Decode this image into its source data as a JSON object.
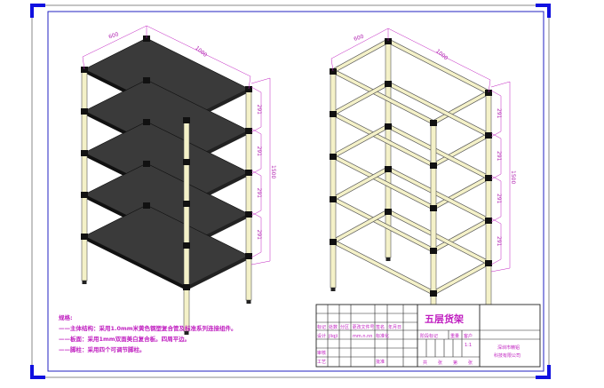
{
  "drawing": {
    "left_view": {
      "dims": {
        "depth": "600",
        "length": "1000",
        "height": "1500",
        "spacing": [
          "291",
          "291",
          "291",
          "291"
        ]
      }
    },
    "right_view": {
      "dims": {
        "depth": "600",
        "length": "1000",
        "height": "1500",
        "spacing": [
          "291",
          "291",
          "291",
          "291"
        ]
      }
    },
    "colors": {
      "board": "#3a3a3a",
      "tube": "#f4f1c8",
      "joint": "#111111",
      "dimension": "#c020c0",
      "frame": "#2020c0"
    }
  },
  "notes": {
    "heading": "规格:",
    "lines": [
      "——主体结构：采用1.0mm米黄色钢塑复合管及标准系列连接组件。",
      "——板面：采用1mm双面美白复合板。四周平边。",
      "——脚柱：采用四个可调节脚柱。"
    ]
  },
  "title_block": {
    "header": [
      "标记",
      "处数",
      "分区",
      "更改文件号",
      "签名",
      "年月日"
    ],
    "design_label": "设计",
    "designer": "jliqji",
    "design_date": "mm.n.nn",
    "standard_label": "标准化",
    "review_label": "审核",
    "process_label": "工艺",
    "approve_label": "批准",
    "title": "五层货架",
    "stage_label": "阶段标记",
    "weight_label": "重量",
    "scale_label": "客户",
    "scale": "1:1",
    "sheets": [
      "共",
      "张",
      "第",
      "张"
    ],
    "company_line1": "深圳市精铝",
    "company_line2": "科技有限公司"
  }
}
